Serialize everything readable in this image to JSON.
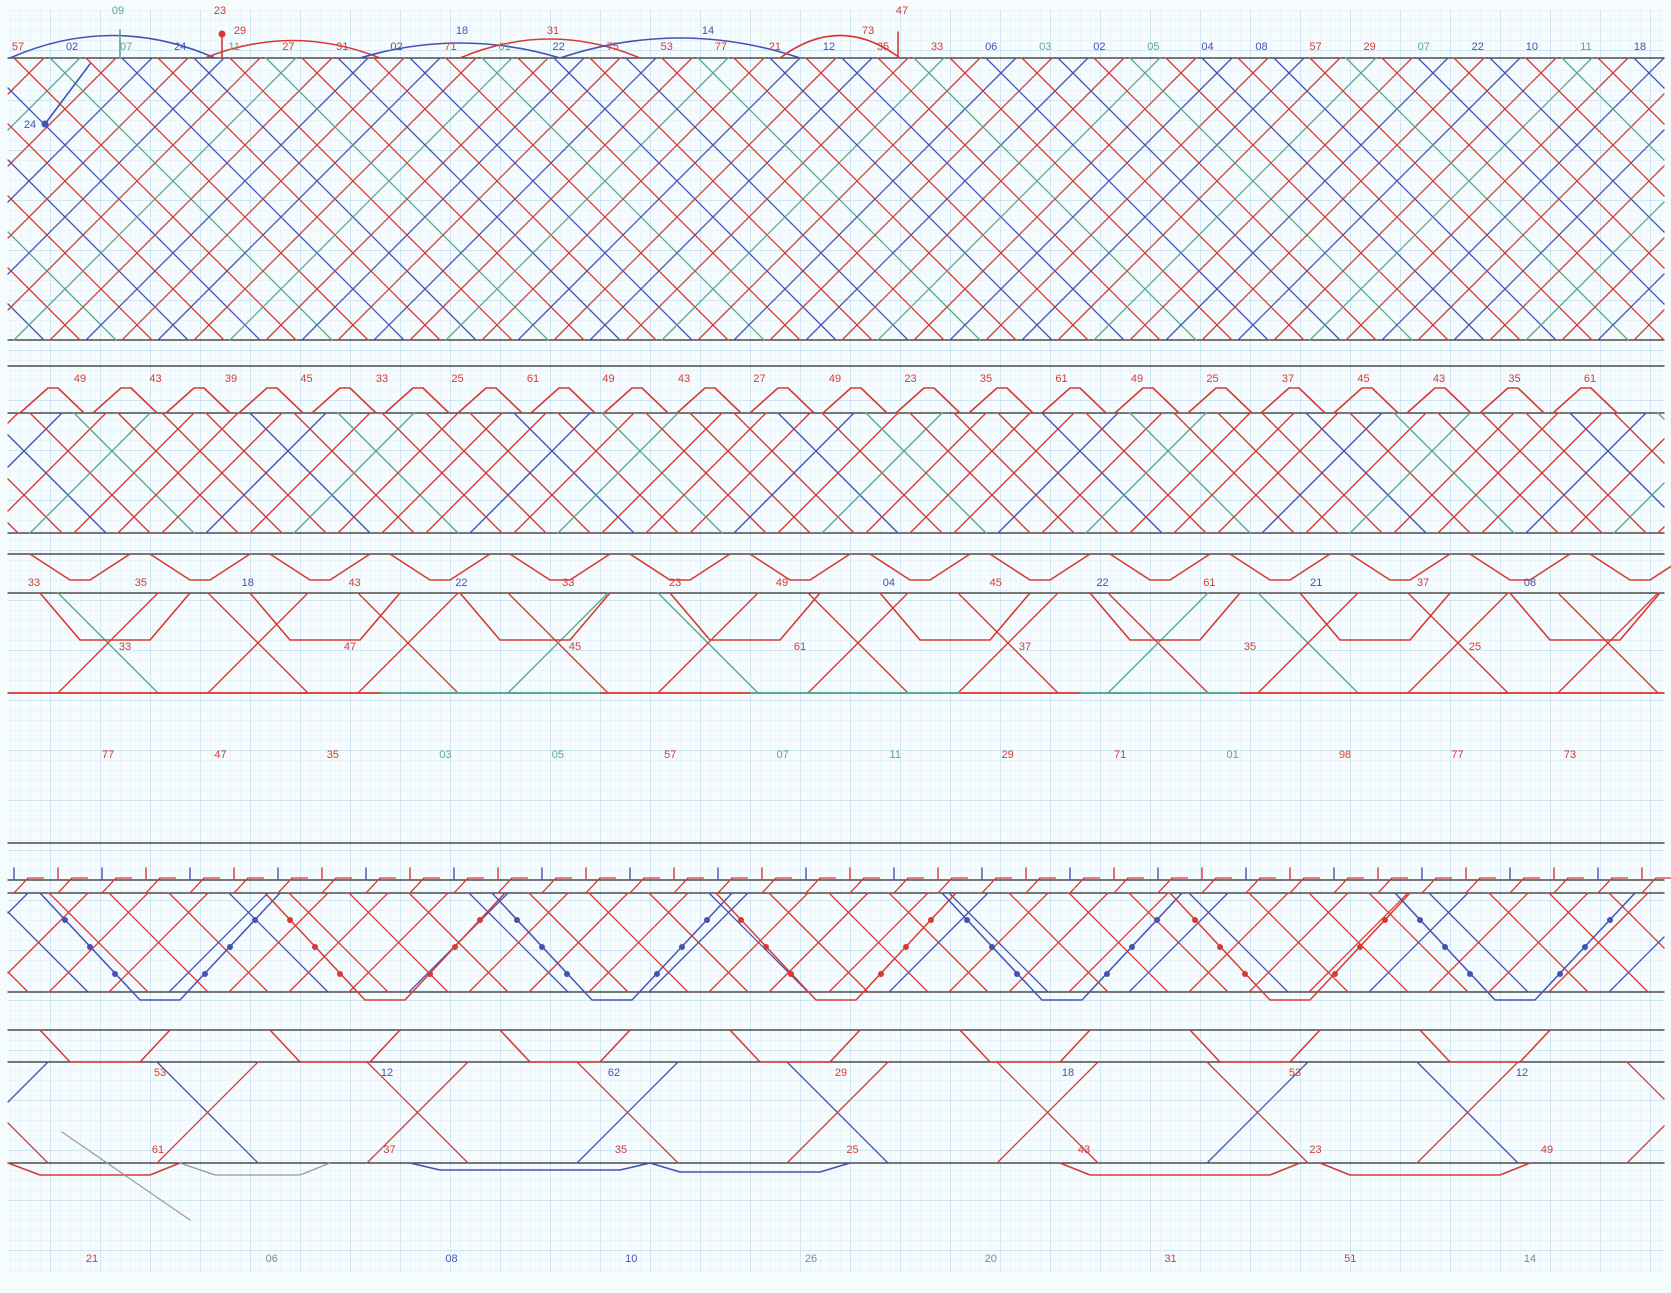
{
  "colors": {
    "red": "#d83a33",
    "blue": "#4552b4",
    "green": "#5aa88e",
    "black": "#2a2a2a",
    "grid_minor": "#d6eaf4",
    "grid_major": "#a9d2e6",
    "paper": "#f6fbfd"
  },
  "diagram": {
    "top_labels": [
      {
        "text": "57",
        "color": "red"
      },
      {
        "text": "02",
        "color": "blue"
      },
      {
        "text": "07",
        "color": "green"
      },
      {
        "text": "24",
        "color": "blue"
      },
      {
        "text": "11",
        "color": "green"
      },
      {
        "text": "27",
        "color": "red"
      },
      {
        "text": "31",
        "color": "red"
      },
      {
        "text": "02",
        "color": "blue"
      },
      {
        "text": "71",
        "color": "red"
      },
      {
        "text": "01",
        "color": "green"
      },
      {
        "text": "22",
        "color": "blue"
      },
      {
        "text": "75",
        "color": "red"
      },
      {
        "text": "53",
        "color": "red"
      },
      {
        "text": "77",
        "color": "red"
      },
      {
        "text": "21",
        "color": "red"
      },
      {
        "text": "12",
        "color": "blue"
      },
      {
        "text": "35",
        "color": "red"
      },
      {
        "text": "33",
        "color": "red"
      },
      {
        "text": "06",
        "color": "blue"
      },
      {
        "text": "03",
        "color": "green"
      },
      {
        "text": "02",
        "color": "blue"
      },
      {
        "text": "05",
        "color": "green"
      },
      {
        "text": "04",
        "color": "blue"
      },
      {
        "text": "08",
        "color": "blue"
      },
      {
        "text": "57",
        "color": "red"
      },
      {
        "text": "29",
        "color": "red"
      },
      {
        "text": "07",
        "color": "green"
      },
      {
        "text": "22",
        "color": "blue"
      },
      {
        "text": "10",
        "color": "blue"
      },
      {
        "text": "11",
        "color": "green"
      },
      {
        "text": "18",
        "color": "blue"
      }
    ],
    "arc_labels": [
      {
        "text": "09",
        "color": "green"
      },
      {
        "text": "23",
        "color": "red"
      },
      {
        "text": "29",
        "color": "red"
      },
      {
        "text": "18",
        "color": "blue"
      },
      {
        "text": "31",
        "color": "red"
      },
      {
        "text": "14",
        "color": "blue"
      },
      {
        "text": "73",
        "color": "red"
      },
      {
        "text": "47",
        "color": "red"
      },
      {
        "text": "24",
        "color": "blue"
      }
    ],
    "band2_labels": [
      "49",
      "43",
      "39",
      "45",
      "33",
      "25",
      "61",
      "49",
      "43",
      "27",
      "49",
      "23",
      "35",
      "61",
      "49",
      "25",
      "37",
      "45",
      "43",
      "35",
      "61"
    ],
    "band3_labels": [
      {
        "text": "33",
        "color": "red"
      },
      {
        "text": "35",
        "color": "red"
      },
      {
        "text": "18",
        "color": "blue"
      },
      {
        "text": "43",
        "color": "red"
      },
      {
        "text": "22",
        "color": "blue"
      },
      {
        "text": "33",
        "color": "red"
      },
      {
        "text": "23",
        "color": "red"
      },
      {
        "text": "49",
        "color": "red"
      },
      {
        "text": "04",
        "color": "blue"
      },
      {
        "text": "45",
        "color": "red"
      },
      {
        "text": "22",
        "color": "blue"
      },
      {
        "text": "61",
        "color": "red"
      },
      {
        "text": "21",
        "color": "blue"
      },
      {
        "text": "37",
        "color": "red"
      },
      {
        "text": "08",
        "color": "blue"
      }
    ],
    "band4_labels": [
      "33",
      "47",
      "45",
      "61",
      "37",
      "35",
      "25"
    ],
    "band5_labels": [
      {
        "text": "77",
        "color": "red"
      },
      {
        "text": "47",
        "color": "red"
      },
      {
        "text": "35",
        "color": "red"
      },
      {
        "text": "03",
        "color": "green"
      },
      {
        "text": "05",
        "color": "green"
      },
      {
        "text": "57",
        "color": "red"
      },
      {
        "text": "07",
        "color": "green"
      },
      {
        "text": "11",
        "color": "green"
      },
      {
        "text": "29",
        "color": "red"
      },
      {
        "text": "71",
        "color": "red"
      },
      {
        "text": "01",
        "color": "green"
      },
      {
        "text": "98",
        "color": "red"
      },
      {
        "text": "77",
        "color": "red"
      },
      {
        "text": "73",
        "color": "red"
      }
    ],
    "lower_mid_labels": [
      {
        "text": "53",
        "color": "red"
      },
      {
        "text": "12",
        "color": "blue"
      },
      {
        "text": "62",
        "color": "blue"
      },
      {
        "text": "29",
        "color": "red"
      },
      {
        "text": "18",
        "color": "blue"
      },
      {
        "text": "53",
        "color": "red"
      },
      {
        "text": "12",
        "color": "blue"
      }
    ],
    "lower_labels": [
      "61",
      "37",
      "35",
      "25",
      "43",
      "23",
      "49"
    ],
    "bottom_labels": [
      {
        "text": "21",
        "color": "red"
      },
      {
        "text": "06",
        "color": "gray"
      },
      {
        "text": "08",
        "color": "blue"
      },
      {
        "text": "10",
        "color": "blue"
      },
      {
        "text": "26",
        "color": "gray"
      },
      {
        "text": "20",
        "color": "gray"
      },
      {
        "text": "31",
        "color": "red"
      },
      {
        "text": "51",
        "color": "red"
      },
      {
        "text": "14",
        "color": "gray"
      }
    ]
  }
}
